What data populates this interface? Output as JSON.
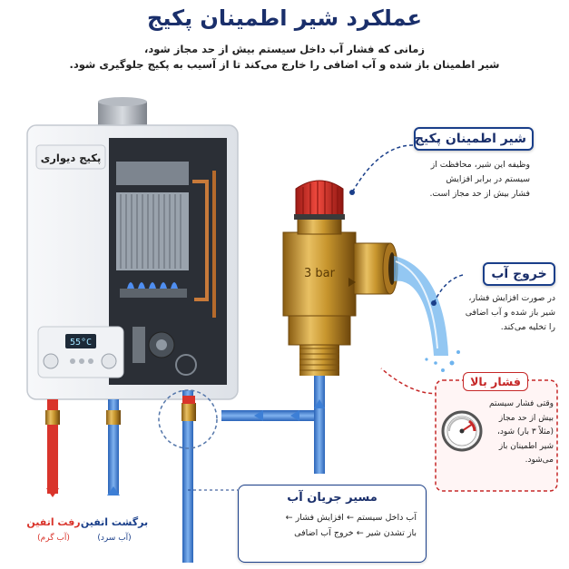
{
  "title": "عملکرد شیر اطمینان پکیج",
  "subtitle": {
    "line1": "زمانی که فشار آب داخل سیستم بیش از حد مجاز شود،",
    "line2": "شیر اطمینان باز شده و آب اضافی را خارج می‌کند تا از آسیب به پکیج جلوگیری شود."
  },
  "boiler": {
    "label": "پکیج دیواری",
    "display": "55°C"
  },
  "valve": {
    "marking": "3 bar"
  },
  "safety_valve_card": {
    "title": "شیر اطمینان پکیج",
    "lines": [
      "وظیفه این شیر، محافظت از",
      "سیستم در برابر افزایش",
      "فشار بیش از حد مجاز است."
    ]
  },
  "water_out_card": {
    "title": "خروج آب",
    "lines": [
      "در صورت افزایش فشار،",
      "شیر باز شده و آب اضافی",
      "را تخلیه می‌کند."
    ]
  },
  "high_pressure_card": {
    "title": "فشار بالا",
    "lines": [
      "وقتی فشار سیستم",
      "بیش از حد مجاز",
      "(مثلاً ۳ بار) شود،",
      "شیر اطمینان باز",
      "می‌شود."
    ]
  },
  "flow_card": {
    "title": "مسیر جریان آب",
    "line1": "آب داخل سیستم ← افزایش فشار ←",
    "line2": "باز تشدن شیر ← خروج آب اضافی"
  },
  "pipes": {
    "supply_label": "رفت اتفین",
    "supply_sub": "(آب گرم)",
    "return_label": "برگشت اتفین",
    "return_sub": "(آب سرد)"
  },
  "colors": {
    "navy": "#1a2f6b",
    "blue_pipe": "#3d7fd6",
    "red_pipe": "#d9342b",
    "alert_red": "#c62828",
    "brass": "#c8962e"
  }
}
